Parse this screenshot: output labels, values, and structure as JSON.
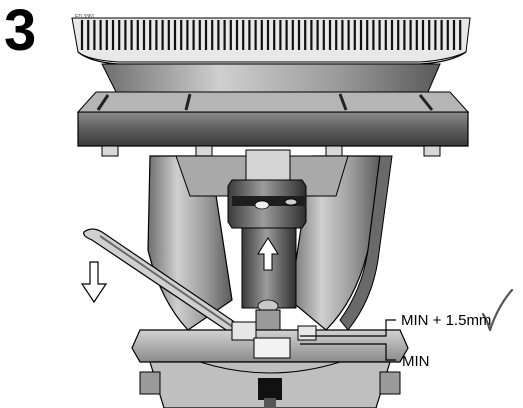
{
  "figure": {
    "step_number": "3",
    "reference_code": "ED 3361",
    "labels": {
      "upper_level": "MIN + 1.5mm",
      "lower_level": "MIN"
    },
    "icons": {
      "ok_mark": "check-mark-icon",
      "upward_arrow": "arrow-up-icon",
      "downward_arrow": "arrow-down-icon"
    },
    "colors": {
      "line": "#000000",
      "dark_part": "#3a3a3a",
      "mid_part": "#8a8a8a",
      "light_part": "#c8c8c8",
      "background": "#ffffff"
    }
  }
}
